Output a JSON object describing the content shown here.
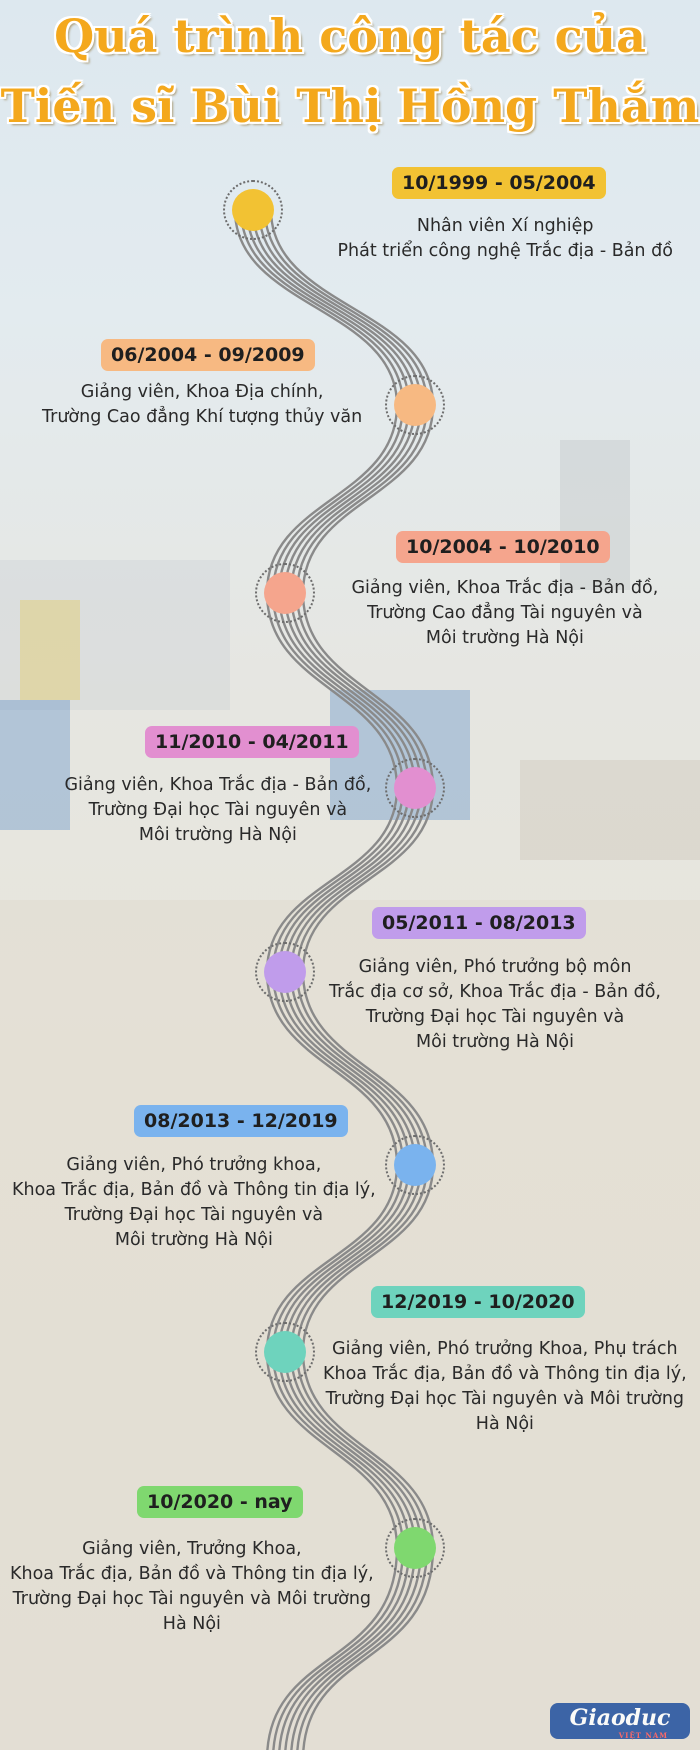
{
  "title": {
    "line1": "Quá trình công tác của",
    "line2": "Tiến sĩ Bùi Thị Hồng Thắm"
  },
  "timeline": [
    {
      "date": "10/1999 - 05/2004",
      "color": "#f2c233",
      "lines": [
        "Nhân viên Xí nghiệp",
        "Phát triển công nghệ Trắc địa - Bản đồ"
      ]
    },
    {
      "date": "06/2004 - 09/2009",
      "color": "#f7b982",
      "lines": [
        "Giảng viên, Khoa Địa chính,",
        "Trường Cao đẳng Khí tượng thủy văn"
      ]
    },
    {
      "date": "10/2004 - 10/2010",
      "color": "#f5a58d",
      "lines": [
        "Giảng viên, Khoa Trắc địa - Bản đồ,",
        "Trường Cao đẳng Tài nguyên và",
        "Môi trường Hà Nội"
      ]
    },
    {
      "date": "11/2010 - 04/2011",
      "color": "#e28fd0",
      "lines": [
        "Giảng viên, Khoa Trắc địa - Bản đồ,",
        "Trường Đại học Tài nguyên và",
        "Môi trường Hà Nội"
      ]
    },
    {
      "date": "05/2011 - 08/2013",
      "color": "#c09ceb",
      "lines": [
        "Giảng viên, Phó trưởng bộ môn",
        "Trắc địa cơ sở, Khoa Trắc địa - Bản đồ,",
        "Trường Đại học Tài nguyên và",
        "Môi trường Hà Nội"
      ]
    },
    {
      "date": "08/2013 -  12/2019",
      "color": "#7ab3ee",
      "lines": [
        "Giảng viên, Phó trưởng khoa,",
        "Khoa Trắc địa, Bản đồ và Thông tin địa lý,",
        "Trường Đại học Tài nguyên và",
        "Môi trường Hà Nội"
      ]
    },
    {
      "date": "12/2019 - 10/2020",
      "color": "#6ed3bd",
      "lines": [
        "Giảng viên, Phó trưởng Khoa, Phụ trách",
        "Khoa Trắc địa, Bản đồ và Thông tin địa lý,",
        "Trường Đại học Tài nguyên và Môi trường",
        "Hà Nội"
      ]
    },
    {
      "date": "10/2020 - nay",
      "color": "#7fd86f",
      "lines": [
        "Giảng viên, Trưởng Khoa,",
        "Khoa Trắc địa, Bản đồ và Thông tin địa lý,",
        "Trường Đại học Tài nguyên và Môi trường",
        "Hà Nội"
      ]
    }
  ],
  "logo": {
    "text": "Giaoduc",
    "sub": "VIỆT NAM"
  }
}
